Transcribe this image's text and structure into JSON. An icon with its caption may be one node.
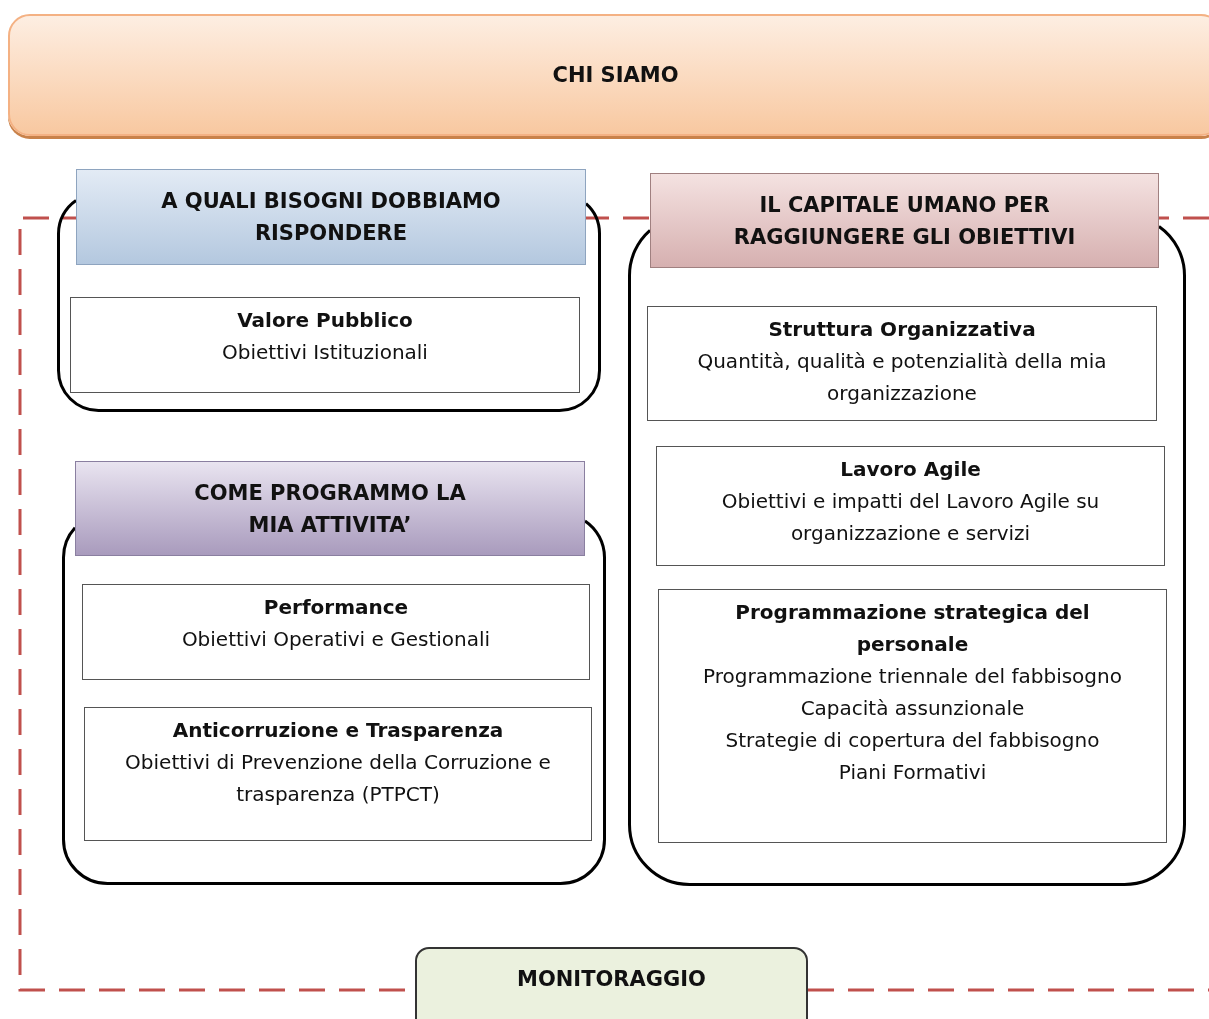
{
  "diagram": {
    "nodes": [
      {
        "text": [
          "CHI SIAMO"
        ]
      },
      {
        "text": [
          "A QUALI BISOGNI DOBBIAMO RISPONDERE"
        ]
      },
      {
        "text": [
          "Valore Pubblico",
          "Obiettivi Istituzionali"
        ],
        "in": 1
      },
      {
        "text": [
          "COME PROGRAMMO LA MIA ATTIVITA’"
        ]
      },
      {
        "text": [
          "Performance",
          "Obiettivi Operativi e Gestionali"
        ],
        "in": 3
      },
      {
        "text": [
          "Anticorruzione e Trasparenza",
          "Obiettivi di Prevenzione della Corruzione e trasparenza (PTPCT)"
        ],
        "in": 3
      },
      {
        "text": [
          "IL CAPITALE UMANO PER RAGGIUNGERE GLI OBIETTIVI"
        ]
      },
      {
        "text": [
          "Struttura Organizzativa",
          "Quantità, qualità e potenzialità della mia organizzazione"
        ],
        "in": 6
      },
      {
        "text": [
          "Lavoro Agile",
          "Obiettivi e impatti del Lavoro Agile su organizzazione e servizi"
        ],
        "in": 6
      },
      {
        "text": [
          "Programmazione strategica del personale",
          "Programmazione triennale del fabbisogno",
          "Capacità assunzionale",
          "Strategie di copertura del fabbisogno",
          "Piani Formativi"
        ],
        "in": 6
      },
      {
        "text": [
          "MONITORAGGIO"
        ]
      }
    ]
  }
}
